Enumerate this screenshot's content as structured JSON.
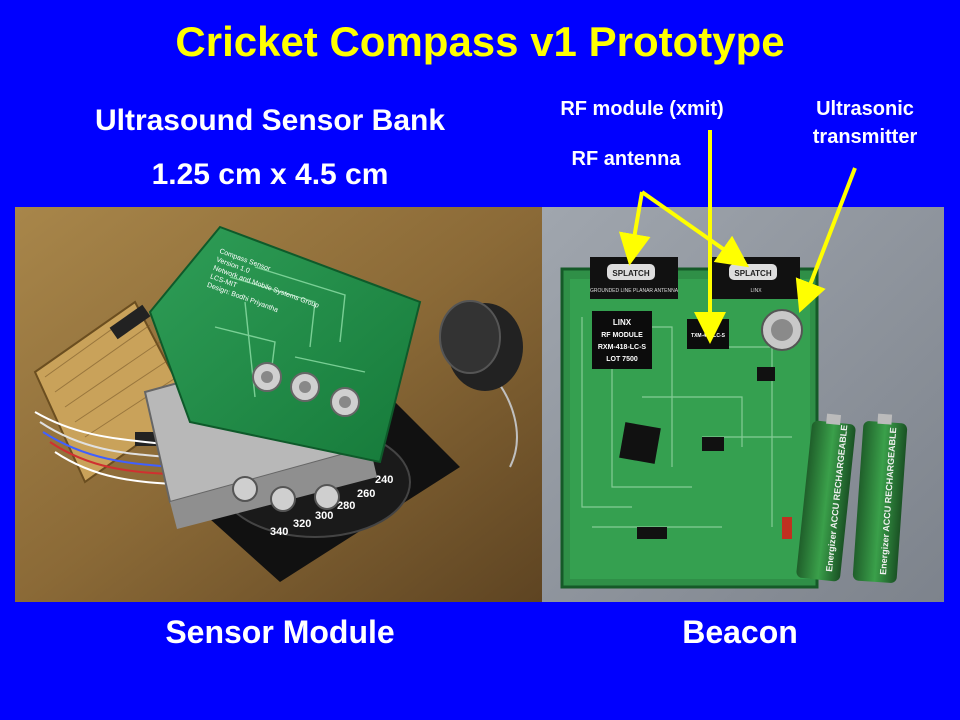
{
  "slide": {
    "title": "Cricket Compass v1 Prototype",
    "subtitle_line1": "Ultrasound Sensor Bank",
    "subtitle_line2": "1.25 cm x 4.5 cm",
    "caption_left": "Sensor Module",
    "caption_right": "Beacon"
  },
  "annotations": {
    "rf_module": "RF module (xmit)",
    "rf_antenna": "RF antenna",
    "ultrasonic_line1": "Ultrasonic",
    "ultrasonic_line2": "transmitter"
  },
  "photo_left": {
    "board_text_1": "Compass Sensor",
    "board_text_2": "Version 1.0",
    "board_text_3": "Network and Mobile Systems Group",
    "board_text_4": "LCS-MIT",
    "board_text_5": "Design: Bodhi Priyantha",
    "dial_labels": [
      "340",
      "320",
      "300",
      "280",
      "260",
      "240"
    ]
  },
  "photo_right": {
    "antenna_text_1": "SPLATCH",
    "antenna_text_2": "SPLATCH",
    "antenna_brand": "LINX",
    "antenna_caption": "GROUNDED LINE PLANAR ANTENNA",
    "rx_module_line1": "LINX",
    "rx_module_line2": "RF MODULE",
    "rx_module_line3": "RXM-418-LC-S",
    "rx_module_line4": "LOT 7500",
    "tx_module_line1": "TXM-418-LC-S",
    "battery_text_1": "Energizer ACCU RECHARGEABLE",
    "battery_text_2": "Energizer ACCU RECHARGEABLE"
  },
  "colors": {
    "background": "#0000ff",
    "title": "#ffff00",
    "text": "#ffffff",
    "arrow": "#ffff00"
  }
}
